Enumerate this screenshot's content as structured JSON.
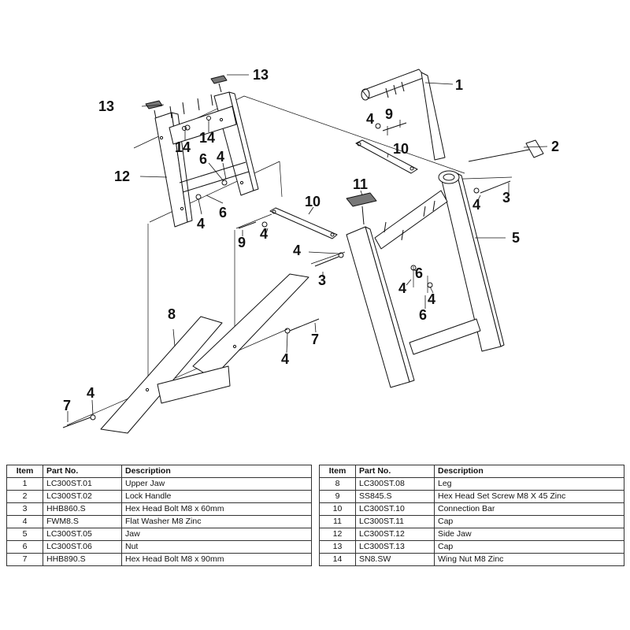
{
  "callouts": {
    "n1": "1",
    "n2": "2",
    "n3a": "3",
    "n3b": "3",
    "n4a": "4",
    "n4b": "4",
    "n4c": "4",
    "n4d": "4",
    "n4e": "4",
    "n4f": "4",
    "n4g": "4",
    "n4h": "4",
    "n4i": "4",
    "n4j": "4",
    "n5": "5",
    "n6a": "6",
    "n6b": "6",
    "n6c": "6",
    "n6d": "6",
    "n7a": "7",
    "n7b": "7",
    "n8": "8",
    "n9a": "9",
    "n9b": "9",
    "n10a": "10",
    "n10b": "10",
    "n11": "11",
    "n12": "12",
    "n13a": "13",
    "n13b": "13",
    "n14a": "14",
    "n14b": "14"
  },
  "table_headers": {
    "item": "Item",
    "part_no": "Part No.",
    "description": "Description"
  },
  "parts_left": [
    {
      "item": "1",
      "part_no": "LC300ST.01",
      "description": "Upper Jaw"
    },
    {
      "item": "2",
      "part_no": "LC300ST.02",
      "description": "Lock Handle"
    },
    {
      "item": "3",
      "part_no": "HHB860.S",
      "description": "Hex Head Bolt M8 x 60mm"
    },
    {
      "item": "4",
      "part_no": "FWM8.S",
      "description": "Flat Washer M8 Zinc"
    },
    {
      "item": "5",
      "part_no": "LC300ST.05",
      "description": "Jaw"
    },
    {
      "item": "6",
      "part_no": "LC300ST.06",
      "description": "Nut"
    },
    {
      "item": "7",
      "part_no": "HHB890.S",
      "description": "Hex Head Bolt M8 x 90mm"
    }
  ],
  "parts_right": [
    {
      "item": "8",
      "part_no": "LC300ST.08",
      "description": "Leg"
    },
    {
      "item": "9",
      "part_no": "SS845.S",
      "description": "Hex Head Set Screw M8 X 45 Zinc"
    },
    {
      "item": "10",
      "part_no": "LC300ST.10",
      "description": "Connection Bar"
    },
    {
      "item": "11",
      "part_no": "LC300ST.11",
      "description": "Cap"
    },
    {
      "item": "12",
      "part_no": "LC300ST.12",
      "description": "Side Jaw"
    },
    {
      "item": "13",
      "part_no": "LC300ST.13",
      "description": "Cap"
    },
    {
      "item": "14",
      "part_no": "SN8.SW",
      "description": "Wing Nut M8 Zinc"
    }
  ]
}
